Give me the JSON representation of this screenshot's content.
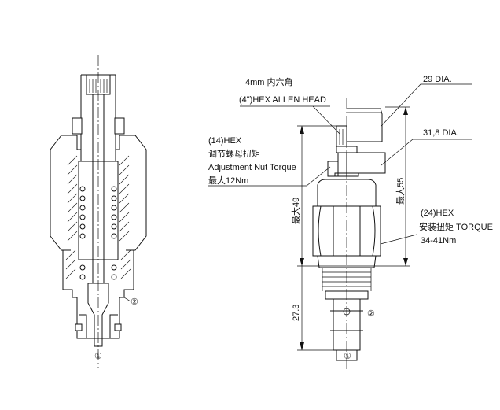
{
  "left_view": {
    "port1_label": "①",
    "port2_label": "②"
  },
  "right_view": {
    "allen_head_cn": "4mm 内六角",
    "allen_head_en": "(4\")HEX ALLEN HEAD",
    "dia_29": "29 DIA.",
    "dia_31_8": "31,8 DIA.",
    "hex14": "(14)HEX",
    "adj_cn": "调节螺母扭矩",
    "adj_en": "Adjustment Nut Torque",
    "adj_max": "最大12Nm",
    "hex24": "(24)HEX",
    "install_torque": "安装扭矩  TORQUE",
    "install_value": "34-41Nm",
    "dim_max55": "最大55",
    "dim_max49": "最大49",
    "dim_27_3": "27.3",
    "port1_label": "①",
    "port2_label": "②"
  }
}
